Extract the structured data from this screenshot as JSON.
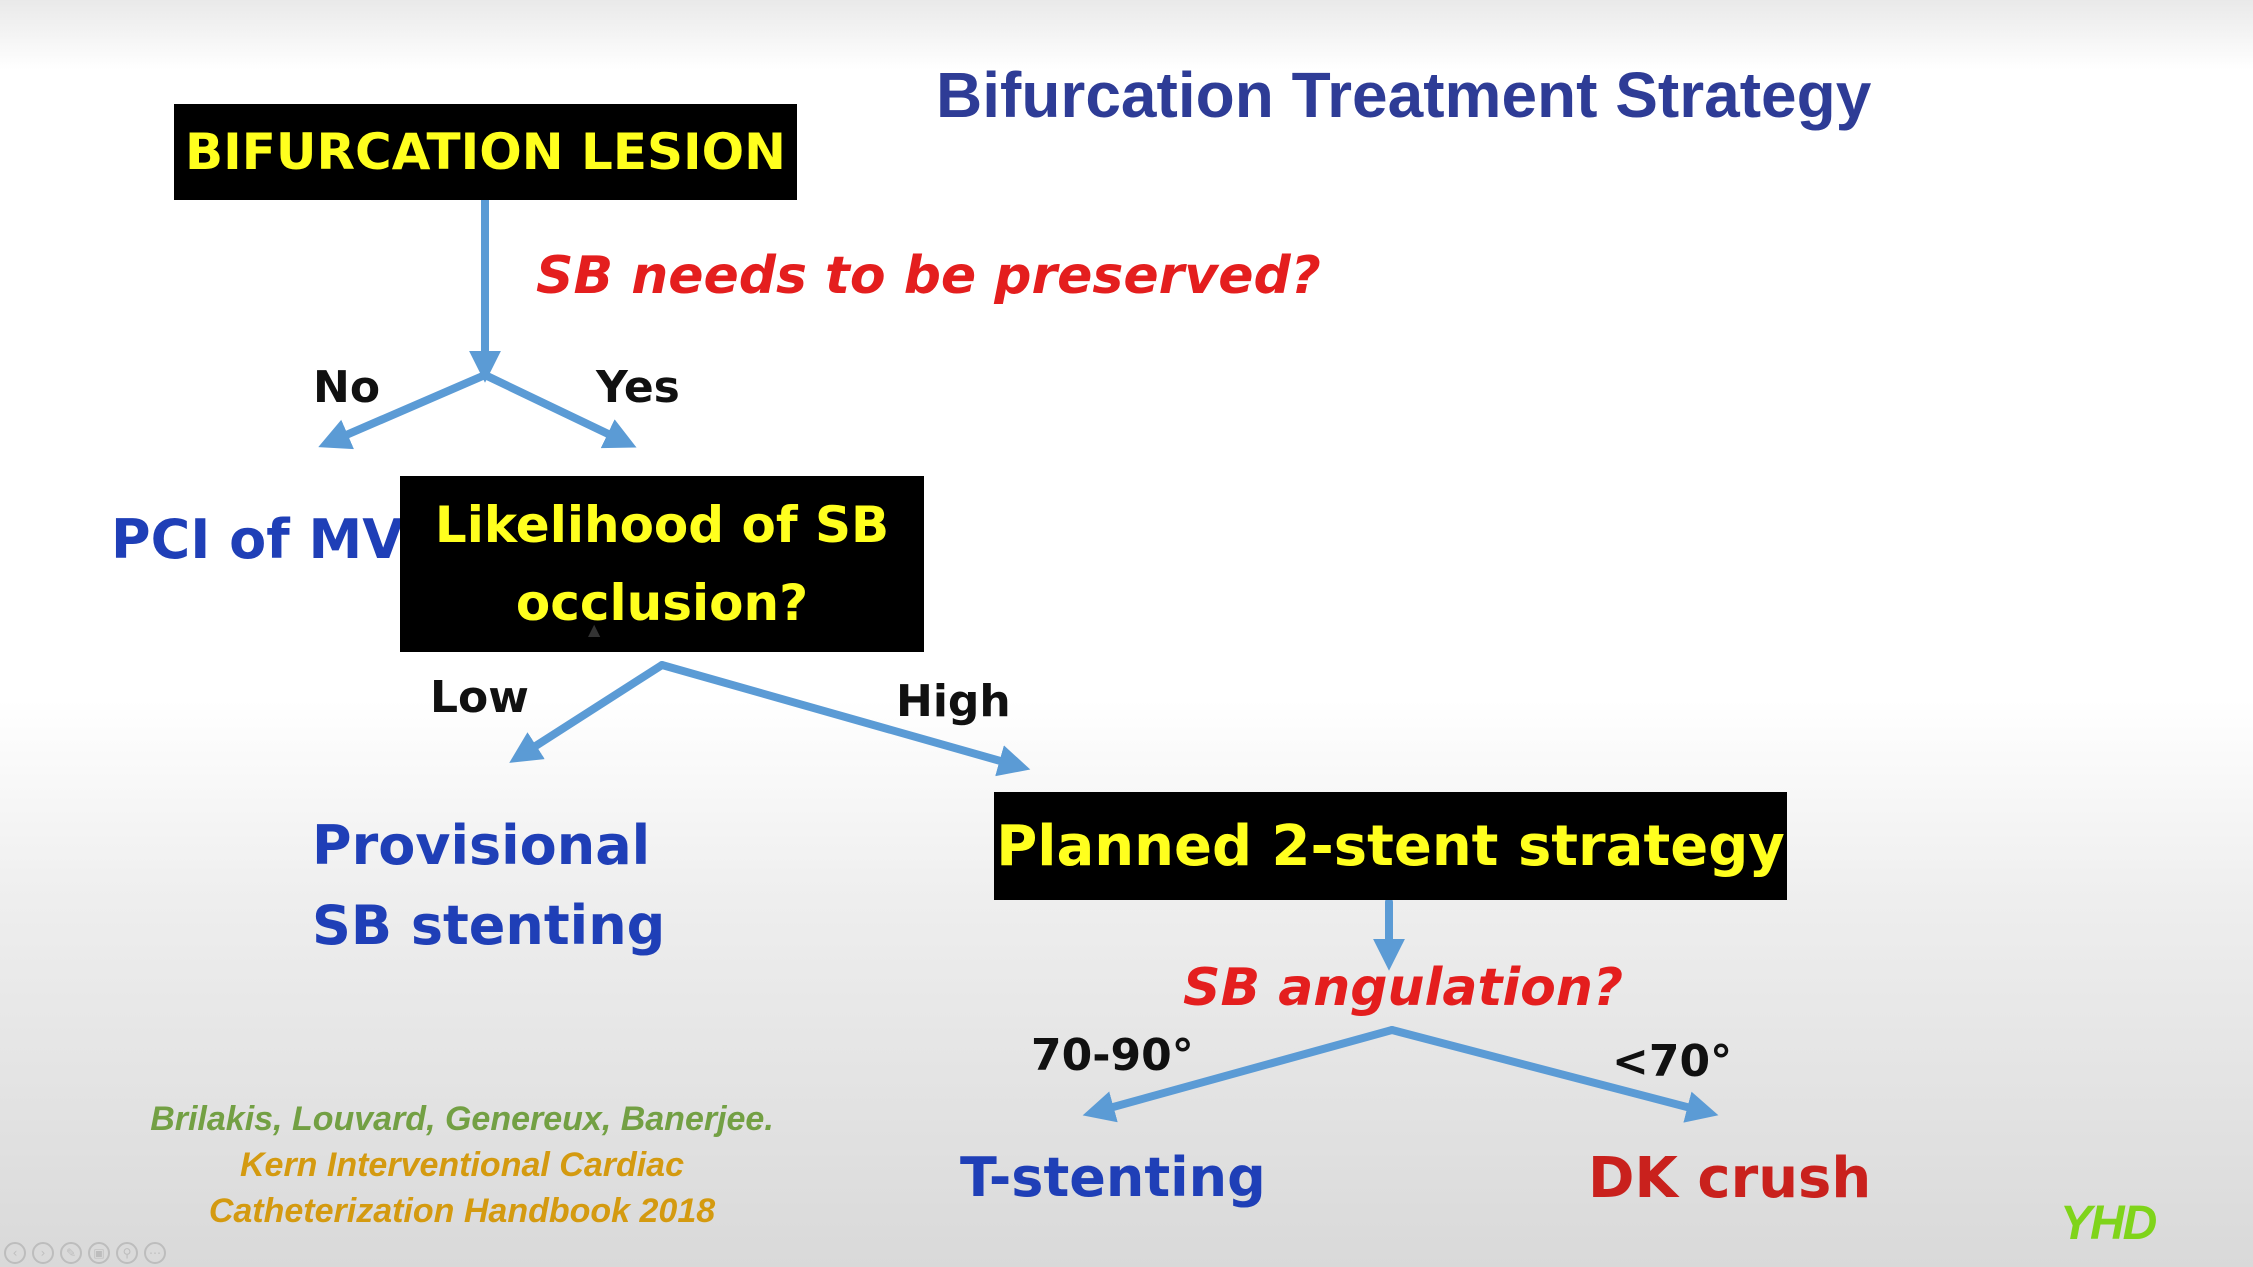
{
  "title": "Bifurcation Treatment Strategy",
  "nodes": {
    "lesion": "BIFURCATION LESION",
    "likelihood_line1": "Likelihood of SB",
    "likelihood_line2": "occlusion?",
    "planned": "Planned 2-stent strategy"
  },
  "questions": {
    "preserve": "SB needs to be preserved?",
    "angulation": "SB angulation?"
  },
  "branches": {
    "no": "No",
    "yes": "Yes",
    "low": "Low",
    "high": "High",
    "angle_high": "70-90°",
    "angle_low": "<70°"
  },
  "outcomes": {
    "pci_mv": "PCI of MV",
    "provisional_line1": "Provisional",
    "provisional_line2": "SB stenting",
    "t_stenting": "T-stenting",
    "dk_crush": "DK  crush"
  },
  "citation": {
    "line1": "Brilakis, Louvard, Genereux, Banerjee.",
    "line2": "Kern Interventional Cardiac",
    "line3": "Catheterization Handbook 2018"
  },
  "logo": "YHD",
  "colors": {
    "arrow": "#5b9bd5",
    "box_bg": "#000000",
    "box_text": "#ffff1e",
    "question": "#e41e1e",
    "outcome_blue": "#1f3fb7",
    "outcome_red": "#c9211d",
    "title": "#2e3c96"
  }
}
